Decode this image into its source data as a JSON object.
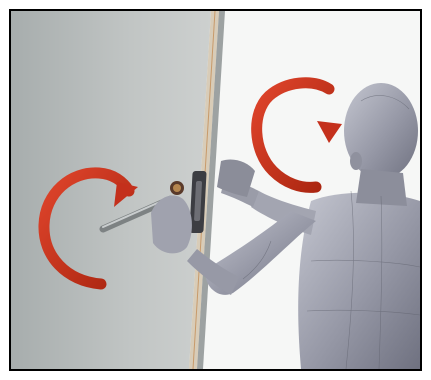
{
  "scene": {
    "subject": "mannequin-figure",
    "objects": [
      "door-panel",
      "door-handle",
      "door-lock",
      "counter-rotation-arrows"
    ]
  },
  "colors": {
    "frame_border": "#000000",
    "background": "#f4f6f4",
    "door_face": "#b8bcbc",
    "door_edge": "#d6c9b4",
    "figure_body": "#9ea0ad",
    "arrow": "#c4301c"
  }
}
